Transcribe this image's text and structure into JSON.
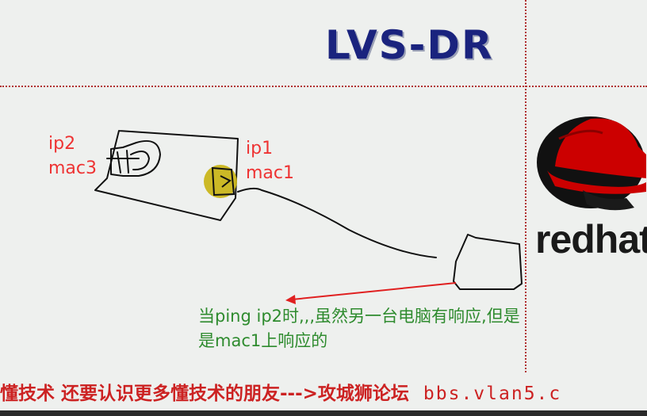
{
  "slide": {
    "title": "LVS-DR",
    "left_labels": {
      "ip": "ip2",
      "mac": "mac3"
    },
    "right_labels": {
      "ip": "ip1",
      "mac": "mac1"
    },
    "note_line1": "当ping ip2时,,,虽然另一台电脑有响应,但是",
    "note_line2": "是mac1上响应的",
    "logo_text": "redhat"
  },
  "footer": {
    "text": "懂技术 还要认识更多懂技术的朋友--->攻城狮论坛",
    "url": "bbs.vlan5.c"
  },
  "colors": {
    "title": "#1a237e",
    "label_red": "#ee3333",
    "note_green": "#2e8b2e",
    "logo_red": "#cc0000",
    "divider": "#b03030"
  }
}
